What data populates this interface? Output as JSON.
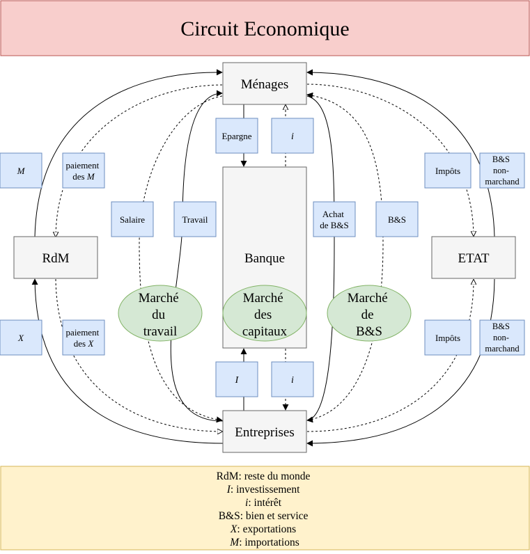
{
  "title": "Circuit Economique",
  "colors": {
    "title_fill": "#f8cecc",
    "title_stroke": "#b85450",
    "node_fill": "#f5f5f5",
    "node_stroke": "#666666",
    "label_fill": "#dae8fc",
    "label_stroke": "#6c8ebf",
    "market_fill": "#d5e8d4",
    "market_stroke": "#82b366",
    "legend_fill": "#fff2cc",
    "legend_stroke": "#d6b656"
  },
  "nodes": {
    "menages": "Ménages",
    "banque": "Banque",
    "rdm": "RdM",
    "etat": "ETAT",
    "entreprises": "Entreprises"
  },
  "markets": {
    "travail": [
      "Marché",
      "du",
      "travail"
    ],
    "capitaux": [
      "Marché",
      "des",
      "capitaux"
    ],
    "bs": [
      "Marché",
      "de",
      "B&S"
    ]
  },
  "flow_labels": {
    "m": "M",
    "paiement_m": [
      "paiement",
      "des ",
      "M"
    ],
    "x": "X",
    "paiement_x": [
      "paiement",
      "des ",
      "X"
    ],
    "salaire": "Salaire",
    "travail": "Travail",
    "epargne": "Epargne",
    "i_top": "i",
    "achat_bs": [
      "Achat",
      "de B&S"
    ],
    "bs": "B&S",
    "invest": "I",
    "i_bottom": "i",
    "impots_top": "Impôts",
    "bs_nonmarch_top": [
      "B&S",
      "non-",
      "marchand"
    ],
    "impots_bottom": "Impôts",
    "bs_nonmarch_bottom": [
      "B&S",
      "non-",
      "marchand"
    ]
  },
  "legend": [
    {
      "key": "RdM",
      "text": ": reste du monde",
      "italic": false
    },
    {
      "key": "I",
      "text": ": investissement",
      "italic": true
    },
    {
      "key": "i",
      "text": ": intérêt",
      "italic": true
    },
    {
      "key": "B&S",
      "text": ": bien et service",
      "italic": false
    },
    {
      "key": "X",
      "text": ": exportations",
      "italic": true
    },
    {
      "key": "M",
      "text": ": importations",
      "italic": true
    }
  ]
}
